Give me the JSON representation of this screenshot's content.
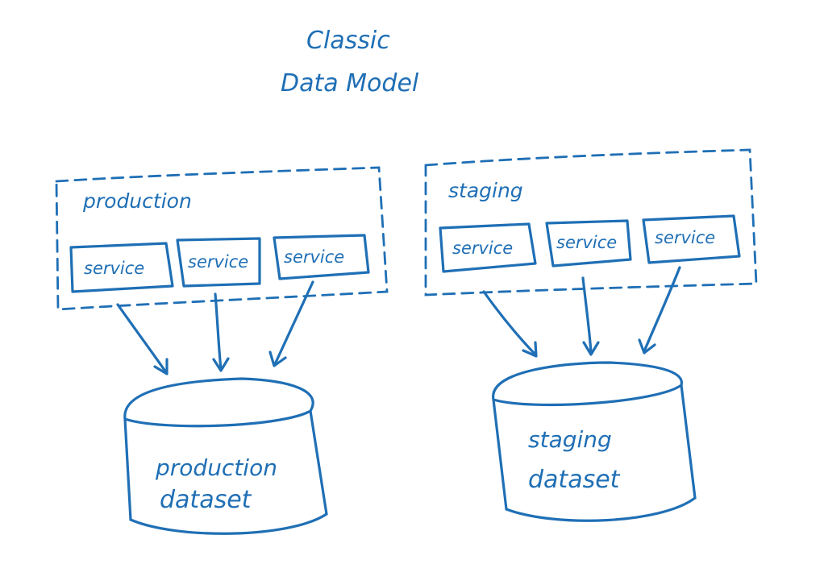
{
  "title": {
    "line1": "Classic",
    "line2": "Data Model"
  },
  "environments": [
    {
      "name": "production",
      "services": [
        "service",
        "service",
        "service"
      ],
      "dataset": {
        "line1": "production",
        "line2": "dataset"
      }
    },
    {
      "name": "staging",
      "services": [
        "service",
        "service",
        "service"
      ],
      "dataset": {
        "line1": "staging",
        "line2": "dataset"
      }
    }
  ],
  "colors": {
    "ink": "#1f6fb5",
    "background": "#ffffff"
  }
}
